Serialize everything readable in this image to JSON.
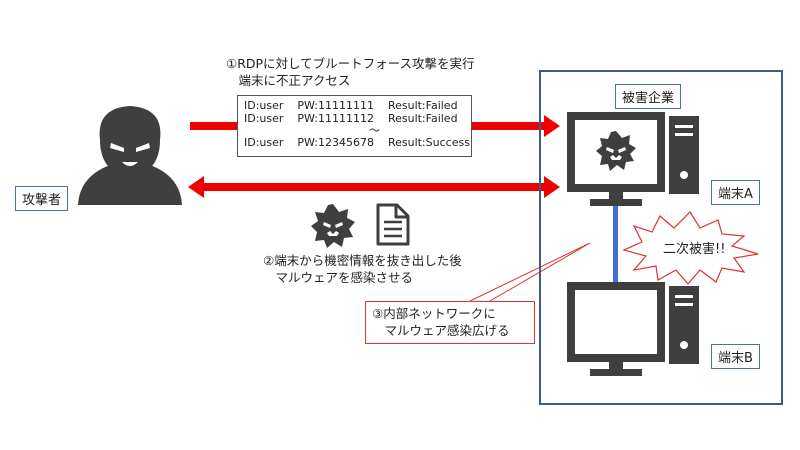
{
  "attacker": {
    "label": "攻撃者"
  },
  "step1": {
    "line1": "①RDPに対してブルートフォース攻撃を実行",
    "line2": "　端末に不正アクセス"
  },
  "log": {
    "lines": [
      "ID:user    PW:11111111    Result:Failed",
      "ID:user    PW:11111112    Result:Failed"
    ],
    "tilde": "～",
    "last_line": "ID:user    PW:12345678    Result:Success"
  },
  "step2": {
    "line1": "②端末から機密情報を抜き出した後",
    "line2": "　マルウェアを感染させる"
  },
  "step3": {
    "line1": "③内部ネットワークに",
    "line2": "　マルウェア感染広げる"
  },
  "company": {
    "label": "被害企業"
  },
  "terminal_a": {
    "label": "端末A"
  },
  "terminal_b": {
    "label": "端末B"
  },
  "burst": {
    "label": "二次被害!!"
  },
  "colors": {
    "arrow": "#ee0000",
    "border": "#3b5a8c",
    "icon": "#3f3f3f",
    "link": "#3f6fd1"
  }
}
